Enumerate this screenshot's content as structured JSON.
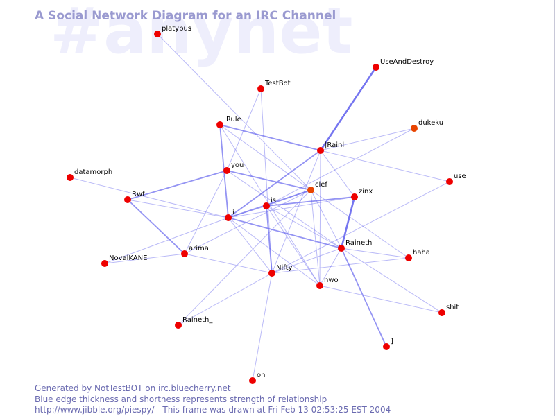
{
  "title": "A Social Network Diagram for an IRC Channel",
  "watermark": "#anynet",
  "footer": {
    "line1": "Generated by NotTestBOT on irc.bluecherry.net",
    "line2": "Blue edge thickness and shortness represents strength of relationship",
    "line3": "http://www.jibble.org/piespy/ - This frame was drawn at Fri Feb 13 02:53:25 EST 2004"
  },
  "colors": {
    "node": "#ee0000",
    "node_highlight": "#e84400",
    "edge": "#6666ee",
    "title": "#9a9ad0",
    "watermark": "#eeeefc",
    "footer": "#6a6ab0"
  },
  "nodes": [
    {
      "id": "platypus",
      "label": "platypus"
    },
    {
      "id": "useanddestroy",
      "label": "UseAndDestroy"
    },
    {
      "id": "testbot",
      "label": "TestBot"
    },
    {
      "id": "irule",
      "label": "IRule"
    },
    {
      "id": "dukeku",
      "label": "dukeku",
      "highlight": true
    },
    {
      "id": "rainl",
      "label": "|Rainl"
    },
    {
      "id": "you",
      "label": "you"
    },
    {
      "id": "datamorph",
      "label": "datamorph"
    },
    {
      "id": "use",
      "label": "use"
    },
    {
      "id": "clef",
      "label": "clef",
      "highlight": true
    },
    {
      "id": "zinx",
      "label": "zinx"
    },
    {
      "id": "rwf",
      "label": "Rwf"
    },
    {
      "id": "is",
      "label": "is"
    },
    {
      "id": "i",
      "label": "i"
    },
    {
      "id": "raineth",
      "label": "Raineth"
    },
    {
      "id": "arima",
      "label": "arima"
    },
    {
      "id": "haha",
      "label": "haha"
    },
    {
      "id": "novalkane",
      "label": "NovalKANE"
    },
    {
      "id": "nifty",
      "label": "Nifty"
    },
    {
      "id": "nwo",
      "label": "nwo"
    },
    {
      "id": "shit",
      "label": "shit"
    },
    {
      "id": "raineth_",
      "label": "Raineth_"
    },
    {
      "id": "bracket",
      "label": "]"
    },
    {
      "id": "oh",
      "label": "oh"
    }
  ],
  "edges": [
    {
      "from": "platypus",
      "to": "clef",
      "weight": 1
    },
    {
      "from": "useanddestroy",
      "to": "rainl",
      "weight": 3
    },
    {
      "from": "testbot",
      "to": "you",
      "weight": 1
    },
    {
      "from": "testbot",
      "to": "nifty",
      "weight": 1
    },
    {
      "from": "irule",
      "to": "rainl",
      "weight": 2
    },
    {
      "from": "irule",
      "to": "i",
      "weight": 2
    },
    {
      "from": "irule",
      "to": "clef",
      "weight": 1
    },
    {
      "from": "irule",
      "to": "nwo",
      "weight": 1
    },
    {
      "from": "dukeku",
      "to": "rainl",
      "weight": 1
    },
    {
      "from": "dukeku",
      "to": "is",
      "weight": 1
    },
    {
      "from": "rainl",
      "to": "i",
      "weight": 2
    },
    {
      "from": "rainl",
      "to": "zinx",
      "weight": 1
    },
    {
      "from": "rainl",
      "to": "use",
      "weight": 1
    },
    {
      "from": "rainl",
      "to": "nifty",
      "weight": 1
    },
    {
      "from": "rainl",
      "to": "nwo",
      "weight": 1
    },
    {
      "from": "you",
      "to": "clef",
      "weight": 2
    },
    {
      "from": "you",
      "to": "raineth",
      "weight": 1
    },
    {
      "from": "you",
      "to": "rwf",
      "weight": 2
    },
    {
      "from": "you",
      "to": "arima",
      "weight": 1
    },
    {
      "from": "datamorph",
      "to": "i",
      "weight": 1
    },
    {
      "from": "use",
      "to": "nifty",
      "weight": 1
    },
    {
      "from": "clef",
      "to": "i",
      "weight": 2
    },
    {
      "from": "clef",
      "to": "is",
      "weight": 1
    },
    {
      "from": "clef",
      "to": "raineth",
      "weight": 1
    },
    {
      "from": "clef",
      "to": "haha",
      "weight": 1
    },
    {
      "from": "clef",
      "to": "nwo",
      "weight": 1
    },
    {
      "from": "clef",
      "to": "raineth_",
      "weight": 1
    },
    {
      "from": "clef",
      "to": "arima",
      "weight": 1
    },
    {
      "from": "zinx",
      "to": "raineth",
      "weight": 3
    },
    {
      "from": "zinx",
      "to": "is",
      "weight": 2
    },
    {
      "from": "zinx",
      "to": "i",
      "weight": 1
    },
    {
      "from": "rwf",
      "to": "i",
      "weight": 1
    },
    {
      "from": "rwf",
      "to": "arima",
      "weight": 2
    },
    {
      "from": "is",
      "to": "raineth",
      "weight": 1
    },
    {
      "from": "is",
      "to": "nifty",
      "weight": 2
    },
    {
      "from": "is",
      "to": "nwo",
      "weight": 1
    },
    {
      "from": "i",
      "to": "raineth",
      "weight": 2
    },
    {
      "from": "i",
      "to": "novalkane",
      "weight": 1
    },
    {
      "from": "i",
      "to": "nifty",
      "weight": 1
    },
    {
      "from": "i",
      "to": "nwo",
      "weight": 1
    },
    {
      "from": "i",
      "to": "is",
      "weight": 1
    },
    {
      "from": "raineth",
      "to": "haha",
      "weight": 1
    },
    {
      "from": "raineth",
      "to": "shit",
      "weight": 1
    },
    {
      "from": "raineth",
      "to": "bracket",
      "weight": 2
    },
    {
      "from": "raineth",
      "to": "nwo",
      "weight": 1
    },
    {
      "from": "raineth",
      "to": "nifty",
      "weight": 1
    },
    {
      "from": "arima",
      "to": "novalkane",
      "weight": 1
    },
    {
      "from": "arima",
      "to": "nifty",
      "weight": 1
    },
    {
      "from": "nifty",
      "to": "haha",
      "weight": 1
    },
    {
      "from": "nifty",
      "to": "oh",
      "weight": 1
    },
    {
      "from": "nifty",
      "to": "raineth_",
      "weight": 1
    },
    {
      "from": "nwo",
      "to": "shit",
      "weight": 1
    }
  ]
}
